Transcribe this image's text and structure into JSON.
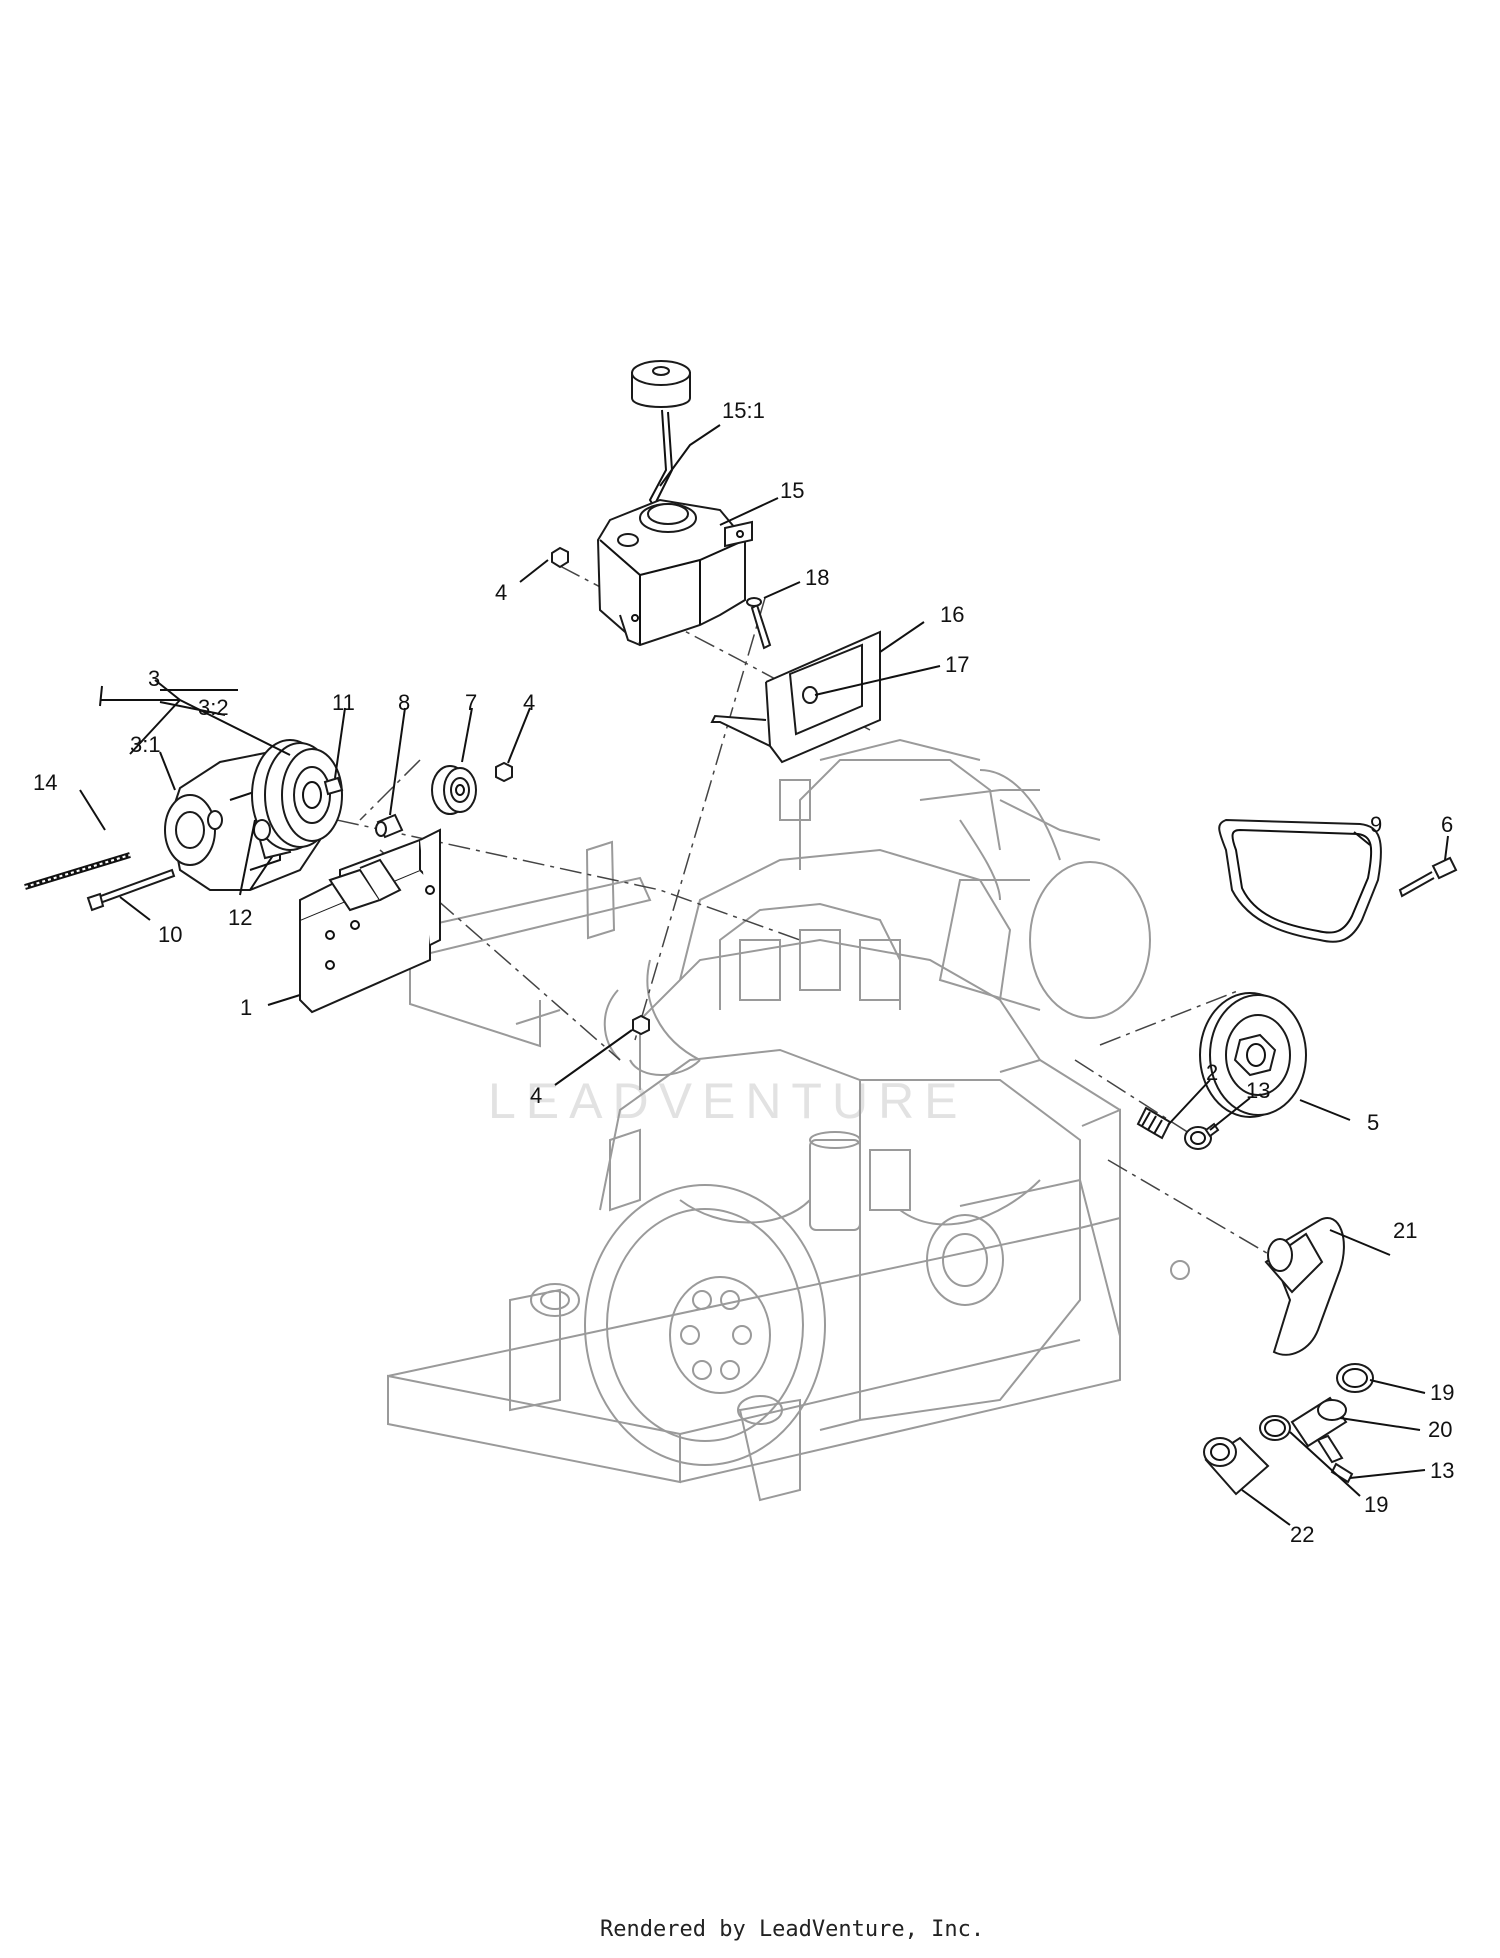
{
  "diagram": {
    "callouts": {
      "c1": "1",
      "c2": "2",
      "c3": "3",
      "c3_1": "3:1",
      "c3_2": "3:2",
      "c4a": "4",
      "c4b": "4",
      "c4c": "4",
      "c5": "5",
      "c6": "6",
      "c7": "7",
      "c8": "8",
      "c9": "9",
      "c10": "10",
      "c11": "11",
      "c12": "12",
      "c13a": "13",
      "c13b": "13",
      "c14": "14",
      "c15": "15",
      "c15_1": "15:1",
      "c16": "16",
      "c17": "17",
      "c18": "18",
      "c19a": "19",
      "c19b": "19",
      "c20": "20",
      "c21": "21",
      "c22": "22"
    },
    "watermark": "LEADVENTURE",
    "footer": "Rendered by LeadVenture, Inc."
  }
}
